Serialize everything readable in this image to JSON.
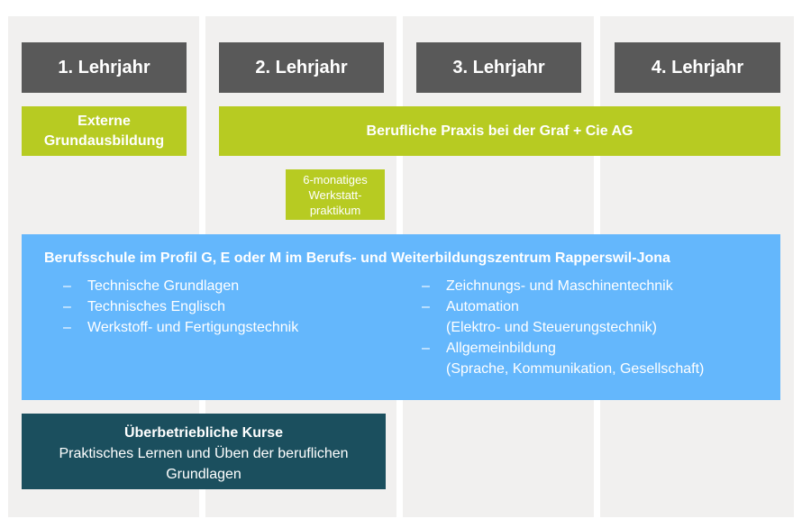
{
  "years": [
    "1. Lehrjahr",
    "2. Lehrjahr",
    "3. Lehrjahr",
    "4. Lehrjahr"
  ],
  "externe": "Externe Grundausbildung",
  "praxis": "Berufliche Praxis bei der Graf + Cie AG",
  "werkstatt": [
    "6-monatiges",
    "Werkstatt-",
    "praktikum"
  ],
  "berufsschule": {
    "title": "Berufsschule im Profil G, E oder M im Berufs- und Weiterbildungszentrum Rapperswil-Jona",
    "dash": "–",
    "left_items": [
      "Technische Grundlagen",
      "Technisches Englisch",
      "Werkstoff- und Fertigungstechnik"
    ],
    "right_items": [
      {
        "label": "Zeichnungs- und Maschinentechnik",
        "sub": ""
      },
      {
        "label": "Automation",
        "sub": "(Elektro- und Steuerungstechnik)"
      },
      {
        "label": "Allgemeinbildung",
        "sub": "(Sprache, Kommunikation, Gesellschaft)"
      }
    ]
  },
  "kurse": {
    "title": "Überbetriebliche Kurse",
    "text": "Praktisches Lernen und Üben der beruflichen Grundlagen"
  },
  "colors": {
    "column_bg": "#f1f0ef",
    "year_bg": "#595959",
    "green": "#b7cb22",
    "school_blue": "#64b7fc",
    "kurse_teal": "#1b4f5e"
  }
}
